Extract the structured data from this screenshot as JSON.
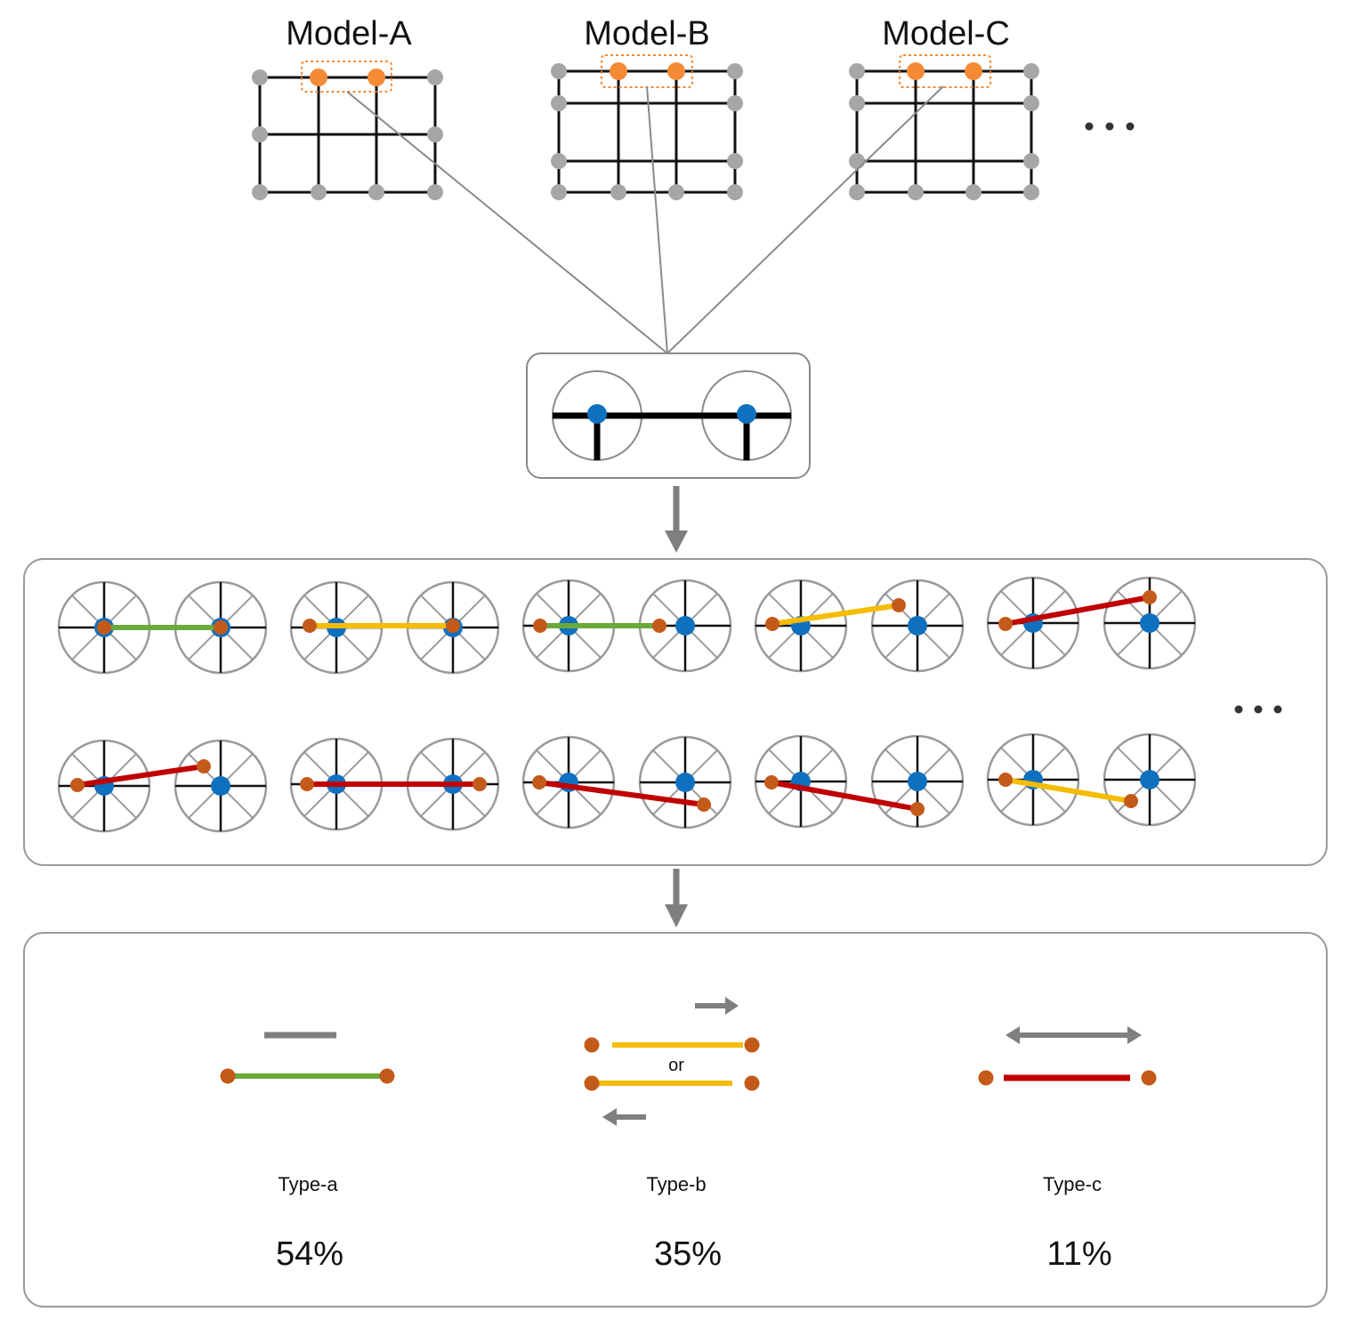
{
  "models": [
    {
      "title": "Model-A"
    },
    {
      "title": "Model-B"
    },
    {
      "title": "Model-C"
    }
  ],
  "types": [
    {
      "label": "Type-a",
      "percent": "54%",
      "color": "#6aaa3a"
    },
    {
      "label": "Type-b",
      "percent": "35%",
      "color": "#f5bc00",
      "or_text": "or"
    },
    {
      "label": "Type-c",
      "percent": "11%",
      "color": "#c00000"
    }
  ],
  "colors": {
    "grid_node": "#a6a6a6",
    "highlight_node": "#f58a35",
    "center_node": "#1070c0",
    "end_node": "#c45a1a",
    "arrow": "#7f7f7f",
    "panel_border": "#9a9a9a",
    "wheel_rim": "#9a9a9a"
  },
  "icons": {
    "more": "ellipsis-icon",
    "flow": "down-arrow-icon"
  }
}
